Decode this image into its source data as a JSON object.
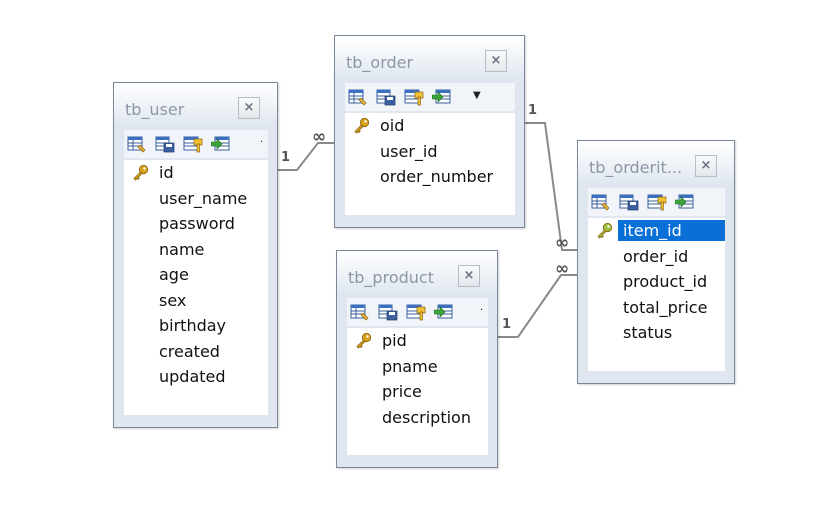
{
  "colors": {
    "line": "#8a8a8a",
    "selection": "#0a70d8",
    "title_text": "#8c97a5",
    "window_bg": "#dfe6f0",
    "border": "#7a8798",
    "key_gold": "#d9a21b"
  },
  "tables": [
    {
      "id": "tb_user",
      "title": "tb_user",
      "close_label": "×",
      "toolbar_has_dropdown": true,
      "fields": [
        {
          "name": "id",
          "primary_key": true,
          "selected": false
        },
        {
          "name": "user_name",
          "primary_key": false,
          "selected": false
        },
        {
          "name": "password",
          "primary_key": false,
          "selected": false
        },
        {
          "name": "name",
          "primary_key": false,
          "selected": false
        },
        {
          "name": "age",
          "primary_key": false,
          "selected": false
        },
        {
          "name": "sex",
          "primary_key": false,
          "selected": false
        },
        {
          "name": "birthday",
          "primary_key": false,
          "selected": false
        },
        {
          "name": "created",
          "primary_key": false,
          "selected": false
        },
        {
          "name": "updated",
          "primary_key": false,
          "selected": false
        }
      ]
    },
    {
      "id": "tb_order",
      "title": "tb_order",
      "close_label": "×",
      "toolbar_has_dropdown": true,
      "fields": [
        {
          "name": "oid",
          "primary_key": true,
          "selected": false
        },
        {
          "name": "user_id",
          "primary_key": false,
          "selected": false
        },
        {
          "name": "order_number",
          "primary_key": false,
          "selected": false
        }
      ]
    },
    {
      "id": "tb_product",
      "title": "tb_product",
      "close_label": "×",
      "toolbar_has_dropdown": true,
      "fields": [
        {
          "name": "pid",
          "primary_key": true,
          "selected": false
        },
        {
          "name": "pname",
          "primary_key": false,
          "selected": false
        },
        {
          "name": "price",
          "primary_key": false,
          "selected": false
        },
        {
          "name": "description",
          "primary_key": false,
          "selected": false
        }
      ]
    },
    {
      "id": "tb_orderitem",
      "title": "tb_orderit...",
      "close_label": "×",
      "toolbar_has_dropdown": false,
      "fields": [
        {
          "name": "item_id",
          "primary_key": true,
          "selected": true
        },
        {
          "name": "order_id",
          "primary_key": false,
          "selected": false
        },
        {
          "name": "product_id",
          "primary_key": false,
          "selected": false
        },
        {
          "name": "total_price",
          "primary_key": false,
          "selected": false
        },
        {
          "name": "status",
          "primary_key": false,
          "selected": false
        }
      ]
    }
  ],
  "relationships": [
    {
      "id": "user-order",
      "from": "tb_user",
      "to": "tb_order",
      "one_label": "1",
      "many_label": "∞"
    },
    {
      "id": "order-orderitem",
      "from": "tb_order",
      "to": "tb_orderitem",
      "one_label": "1",
      "many_label": "∞"
    },
    {
      "id": "product-orderitem",
      "from": "tb_product",
      "to": "tb_orderitem",
      "one_label": "1",
      "many_label": "∞"
    }
  ]
}
